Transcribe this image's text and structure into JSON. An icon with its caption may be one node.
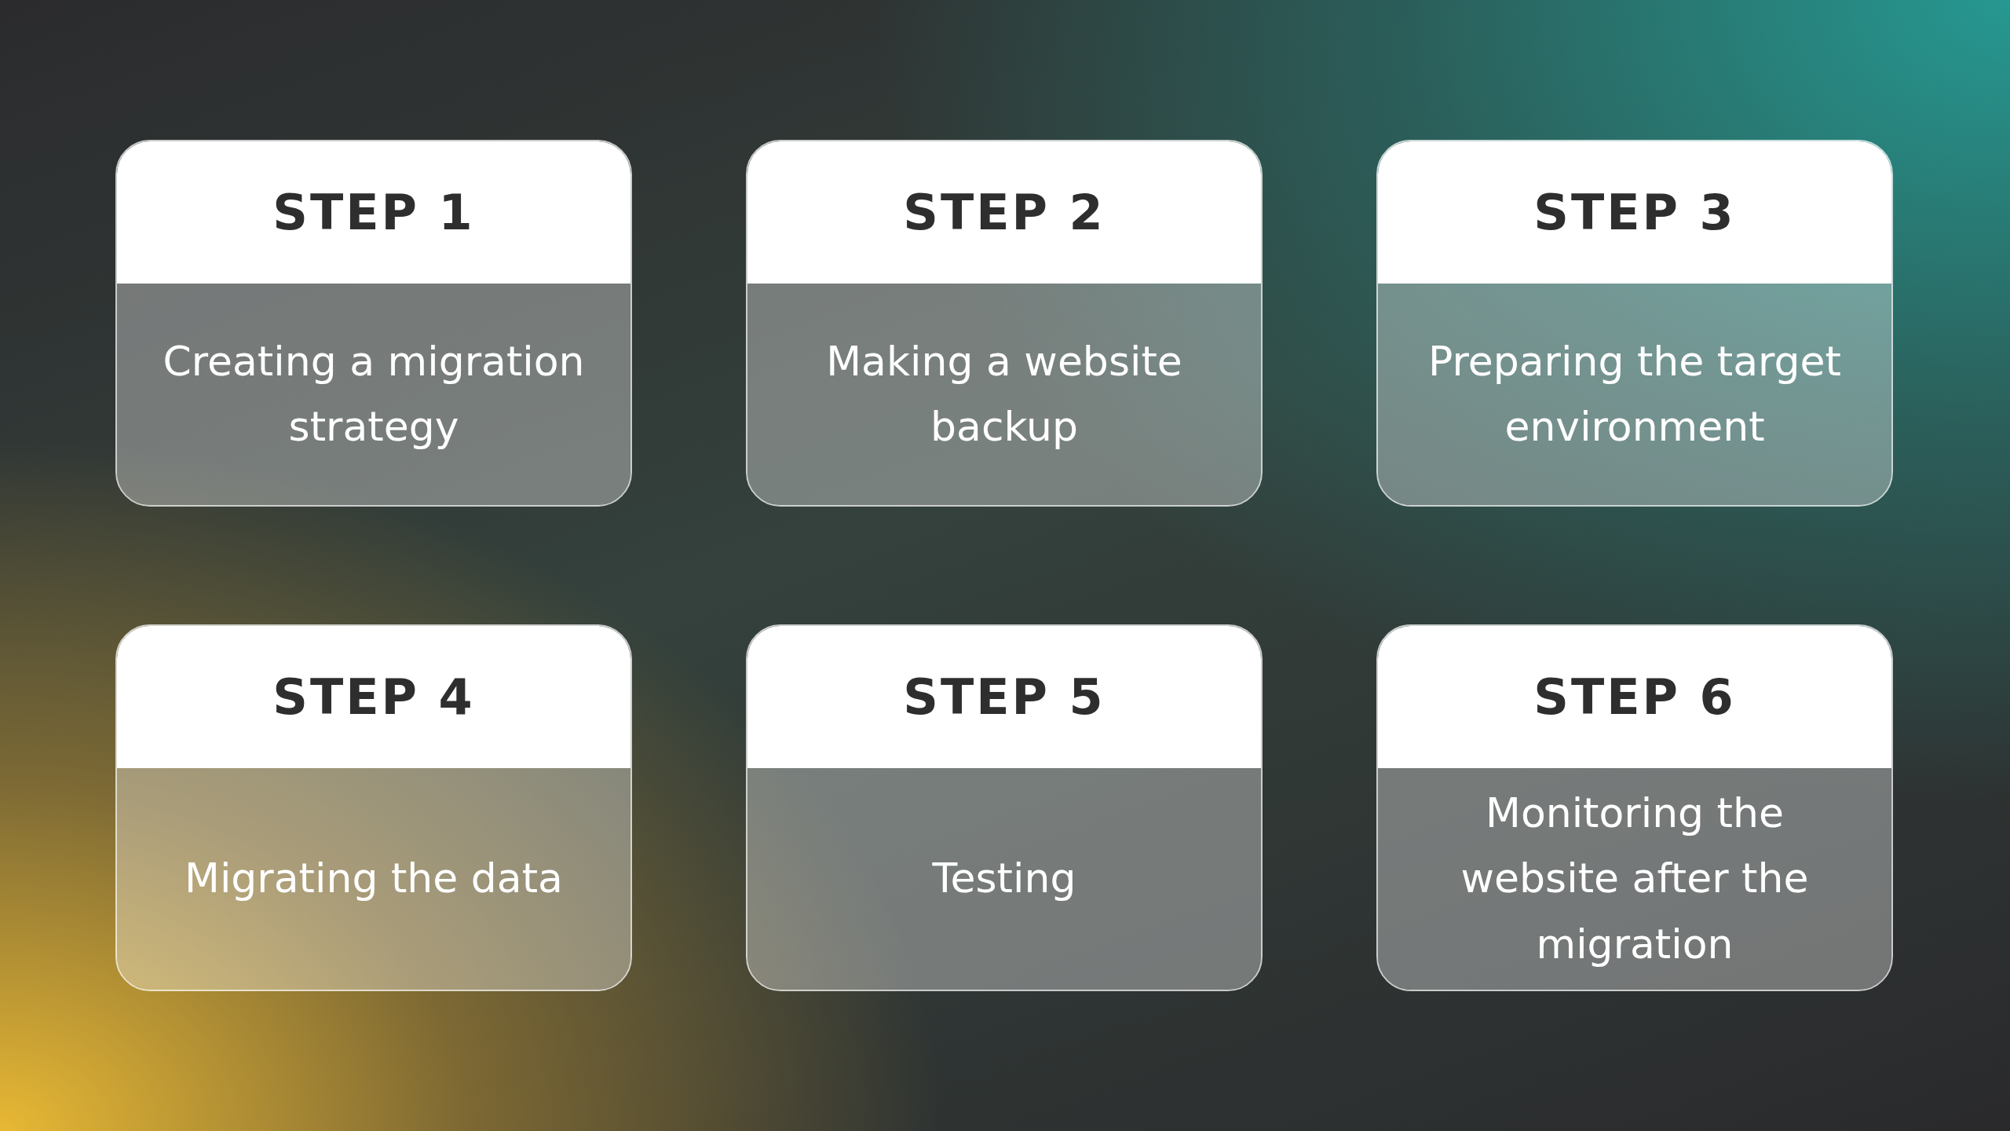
{
  "diagram": {
    "nodes": [
      {
        "text": [
          "STEP 1",
          "Creating a migration strategy"
        ]
      },
      {
        "text": [
          "STEP 2",
          "Making a website backup"
        ]
      },
      {
        "text": [
          "STEP 3",
          "Preparing the target environment"
        ]
      },
      {
        "text": [
          "STEP 4",
          "Migrating the data"
        ]
      },
      {
        "text": [
          "STEP 5",
          "Testing"
        ]
      },
      {
        "text": [
          "STEP 6",
          "Monitoring the website after the migration"
        ]
      }
    ]
  }
}
